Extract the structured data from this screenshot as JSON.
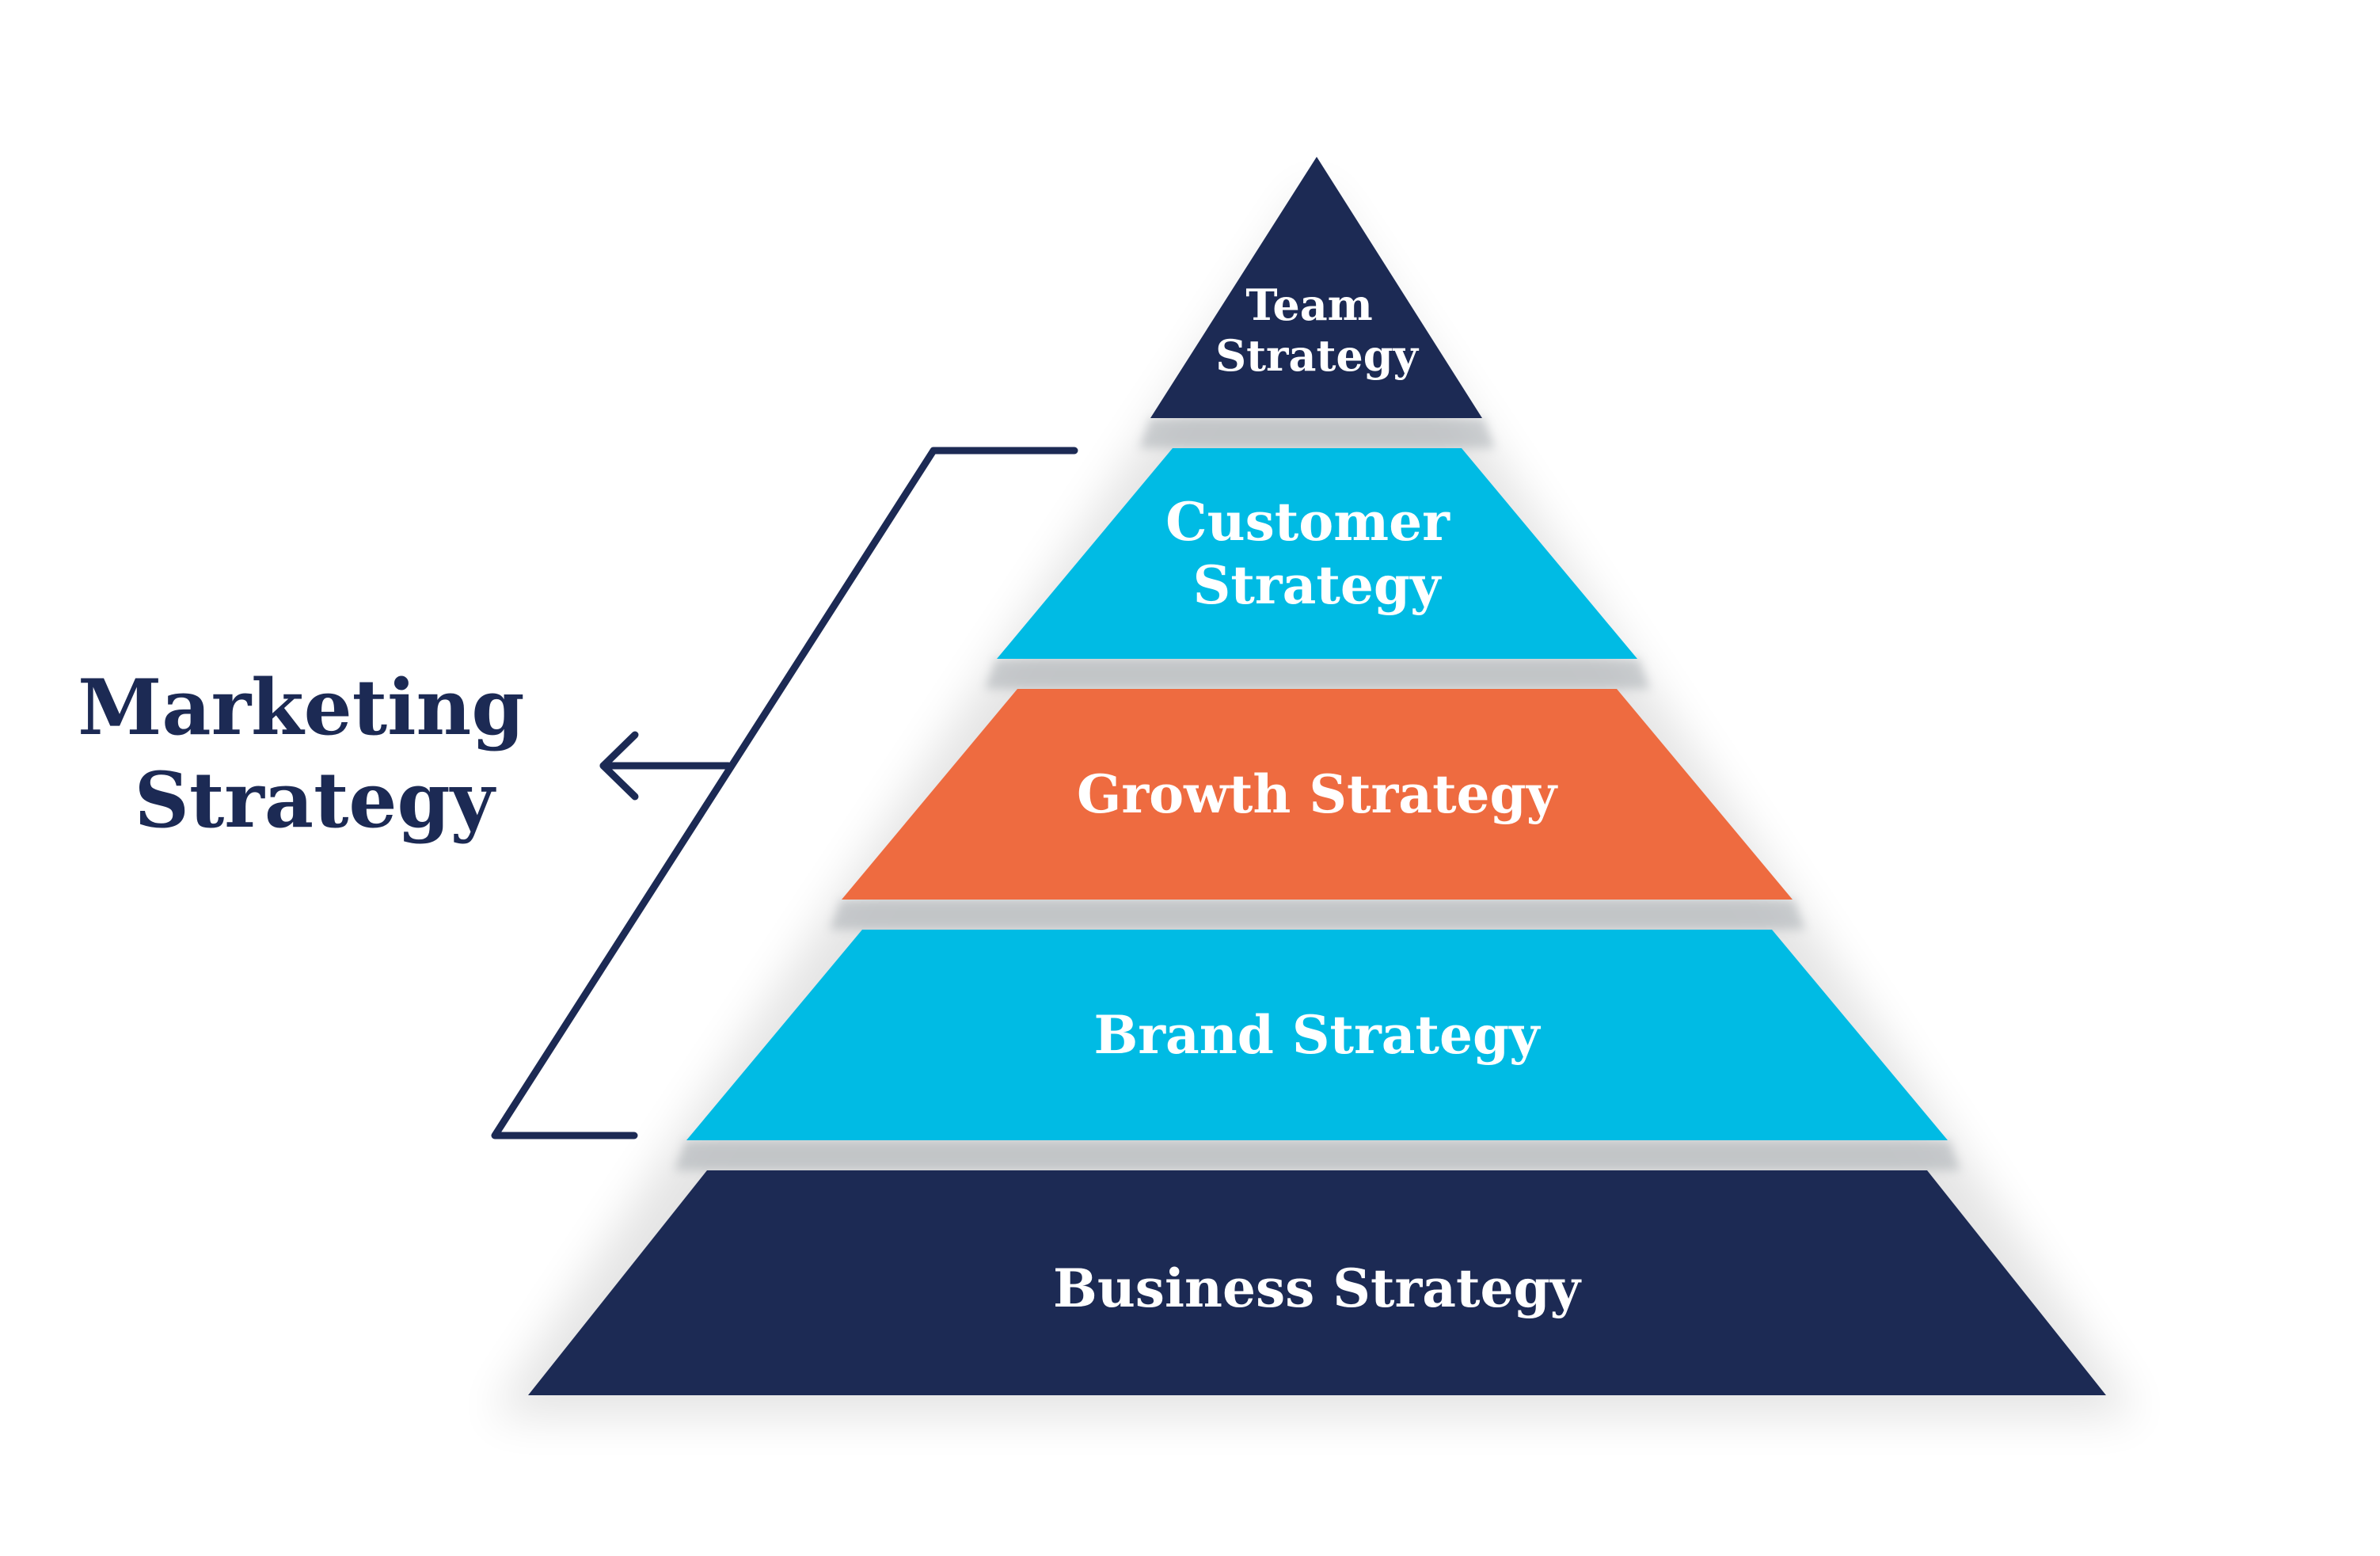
{
  "pyramid": {
    "layers": [
      {
        "lines": [
          "Team",
          "Strategy"
        ],
        "color": "#1c2a54"
      },
      {
        "lines": [
          "Customer",
          "Strategy"
        ],
        "color": "#00bbe4"
      },
      {
        "lines": [
          "Growth Strategy"
        ],
        "color": "#ee6b40"
      },
      {
        "lines": [
          "Brand Strategy"
        ],
        "color": "#00bbe4"
      },
      {
        "lines": [
          "Business Strategy"
        ],
        "color": "#1c2a54"
      }
    ]
  },
  "bracket": {
    "label_lines": [
      "Marketing",
      "Strategy"
    ],
    "color": "#1c2a54"
  }
}
